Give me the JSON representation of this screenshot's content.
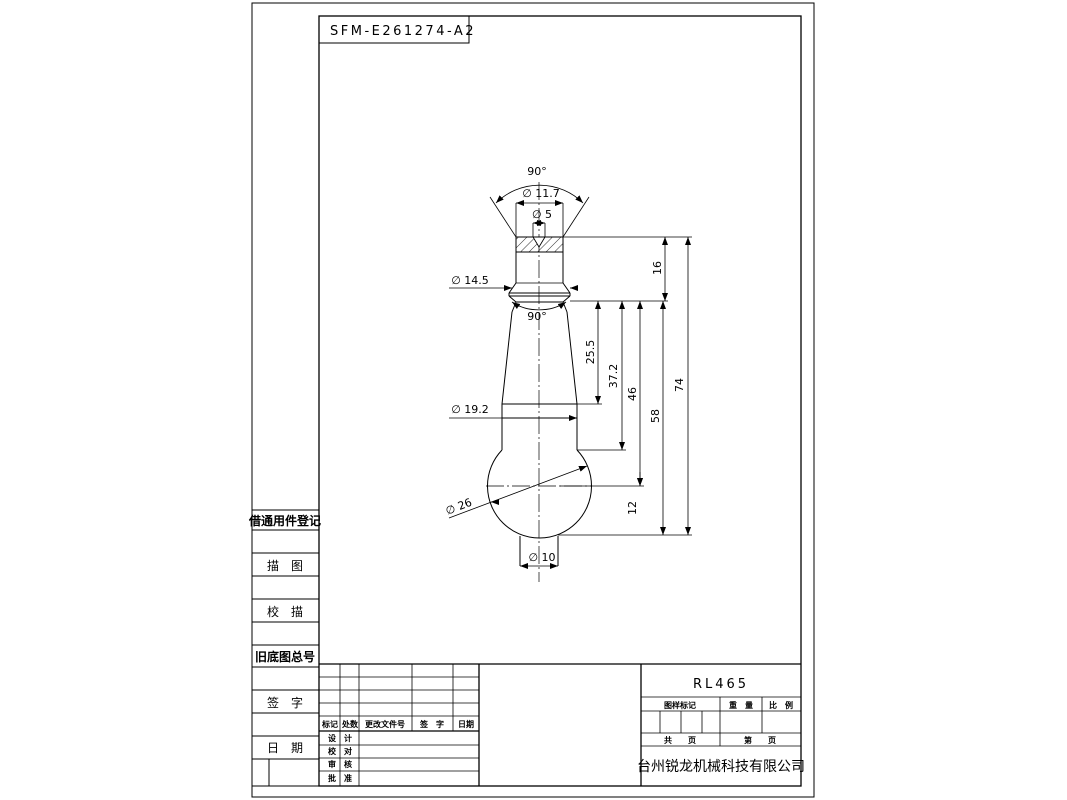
{
  "drawing_number": "SFM-E261274-A2",
  "part_number": "RL465",
  "company": "台州锐龙机械科技有限公司",
  "side_panel": {
    "register": "借通用件登记",
    "trace": "描　图",
    "check_trace": "校　描",
    "old_base": "旧底图总号",
    "signature": "签　字",
    "date": "日　期"
  },
  "revision_table": {
    "headers": [
      "标记",
      "处数",
      "更改文件号",
      "签　字",
      "日期"
    ],
    "roles": [
      "设　计",
      "校　对",
      "审　核",
      "批　准"
    ]
  },
  "title_block": {
    "mark_label": "图样标记",
    "weight_label": "重　量",
    "scale_label": "比　例",
    "total_label": "共　　页",
    "sheet_label": "第　　页"
  },
  "dimensions": {
    "angle_top": "90°",
    "dia_11_7": "∅ 11.7",
    "dia_5": "∅ 5",
    "dia_14_5": "∅ 14.5",
    "angle_mid": "90°",
    "dia_19_2": "∅ 19.2",
    "dia_26": "∅ 26",
    "dia_10": "∅ 10",
    "len_16": "16",
    "len_25_5": "25.5",
    "len_37_2": "37.2",
    "len_46": "46",
    "len_58": "58",
    "len_74": "74",
    "len_12": "12"
  }
}
